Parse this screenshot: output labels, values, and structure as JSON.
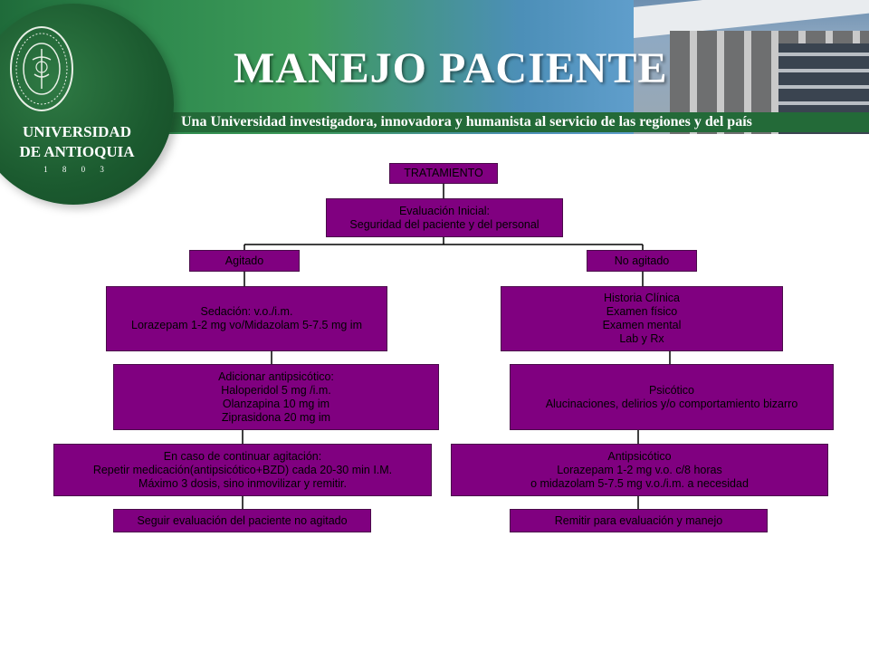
{
  "header": {
    "title": "MANEJO PACIENTE",
    "subtitle": "Una Universidad investigadora, innovadora y humanista al servicio de las regiones y del país"
  },
  "logo": {
    "name_line1": "UNIVERSIDAD",
    "name_line2": "DE ANTIOQUIA",
    "year": "1 8 0 3"
  },
  "colors": {
    "node_fill": "#800080",
    "brand_green": "#1b5a2f",
    "connector": "#000000"
  },
  "tree": {
    "root": "TRATAMIENTO",
    "evaluation": "Evaluación Inicial:\nSeguridad del paciente y del personal",
    "agitated": {
      "label": "Agitado",
      "sedation": "Sedación: v.o./i.m.\nLorazepam 1-2 mg vo/Midazolam 5-7.5 mg im",
      "antipsychotic": "Adicionar antipsicótico:\nHaloperidol  5 mg /i.m.\nOlanzapina 10 mg im\nZiprasidona 20 mg im",
      "continue": "En caso de continuar agitación:\nRepetir medicación(antipsicótico+BZD) cada 20-30 min I.M.\nMáximo 3 dosis, sino inmovilizar y remitir.",
      "follow": "Seguir evaluación del paciente no agitado"
    },
    "not_agitated": {
      "label": "No agitado",
      "history": "Historia Clínica\nExamen físico\nExamen mental\nLab y Rx",
      "psychotic": "Psicótico\nAlucinaciones, delirios y/o comportamiento bizarro",
      "antipsychotic": "Antipsicótico\nLorazepam 1-2 mg v.o. c/8 horas\no midazolam 5-7.5 mg v.o./i.m. a necesidad",
      "refer": "Remitir para evaluación y manejo"
    }
  }
}
